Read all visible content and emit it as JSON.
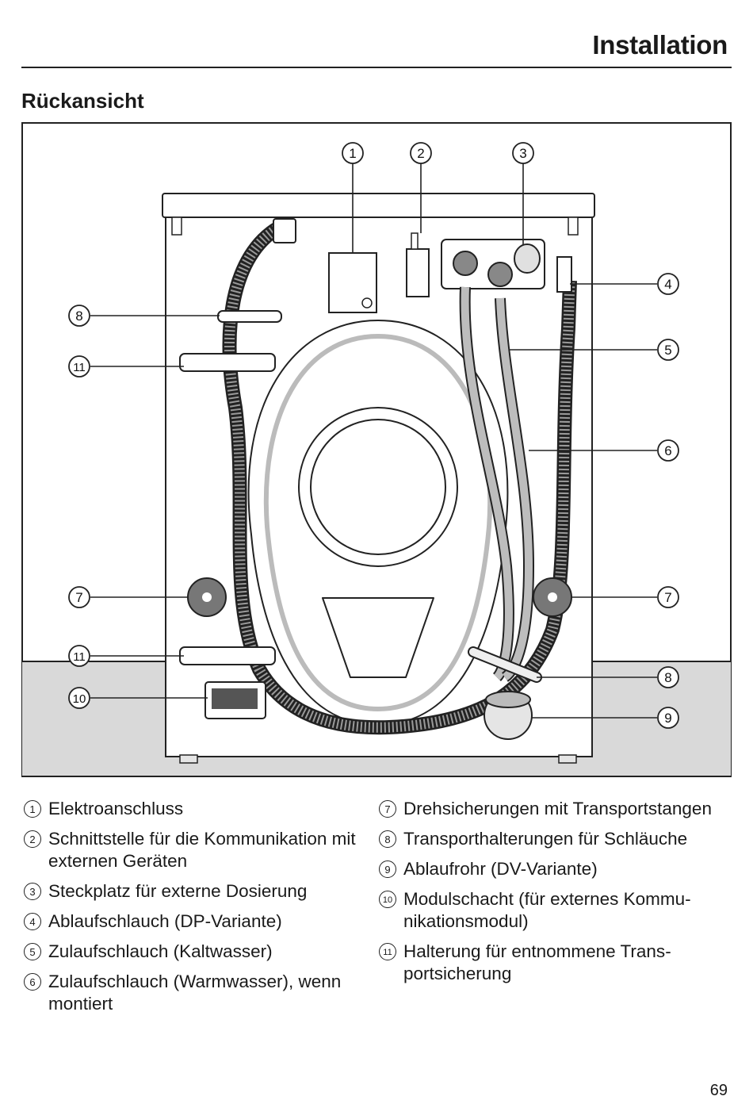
{
  "header": {
    "title": "Installation"
  },
  "section": {
    "title": "Rückansicht"
  },
  "figure": {
    "callouts": [
      "1",
      "2",
      "3",
      "4",
      "5",
      "6",
      "7",
      "7",
      "8",
      "8",
      "9",
      "10",
      "11",
      "11"
    ]
  },
  "legend": {
    "left": [
      {
        "num": "1",
        "text": "Elektroanschluss"
      },
      {
        "num": "2",
        "text": "Schnittstelle für die Kommunikation mit externen Geräten"
      },
      {
        "num": "3",
        "text": "Steckplatz für externe Dosierung"
      },
      {
        "num": "4",
        "text": "Ablaufschlauch (DP-Variante)"
      },
      {
        "num": "5",
        "text": "Zulaufschlauch (Kaltwasser)"
      },
      {
        "num": "6",
        "text": "Zulaufschlauch (Warmwasser), wenn montiert"
      }
    ],
    "right": [
      {
        "num": "7",
        "text": "Drehsicherungen mit Transportstan­gen"
      },
      {
        "num": "8",
        "text": "Transporthalterungen für Schläuche"
      },
      {
        "num": "9",
        "text": "Ablaufrohr (DV-Variante)"
      },
      {
        "num": "10",
        "text": "Modulschacht (für externes Kommu­nikationsmodul)"
      },
      {
        "num": "11",
        "text": "Halterung für entnommene Trans­portsicherung"
      }
    ]
  },
  "page": {
    "number": "69"
  }
}
